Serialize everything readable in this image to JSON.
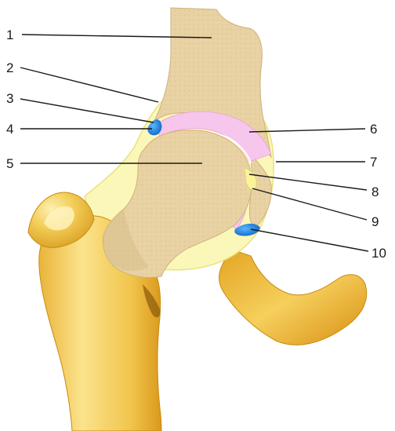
{
  "diagram": {
    "labels": [
      {
        "id": "label-1",
        "text": "1"
      },
      {
        "id": "label-2",
        "text": "2"
      },
      {
        "id": "label-3",
        "text": "3"
      },
      {
        "id": "label-4",
        "text": "4"
      },
      {
        "id": "label-5",
        "text": "5"
      },
      {
        "id": "label-6",
        "text": "6"
      },
      {
        "id": "label-7",
        "text": "7"
      },
      {
        "id": "label-8",
        "text": "8"
      },
      {
        "id": "label-9",
        "text": "9"
      },
      {
        "id": "label-10",
        "text": "10"
      }
    ],
    "colors": {
      "bone_section": "#e7cf9f",
      "bone_shadow": "#d4b47c",
      "bone_surface": "#f0c248",
      "bone_highlight": "#fbe79a",
      "bone_dark": "#c98a10",
      "capsule": "#fbf7b8",
      "capsule_outline": "#e9e07a",
      "cartilage": "#f7c6ec",
      "fat_pad": "#1f7fd8",
      "leader_line": "#1a1a1a"
    }
  }
}
